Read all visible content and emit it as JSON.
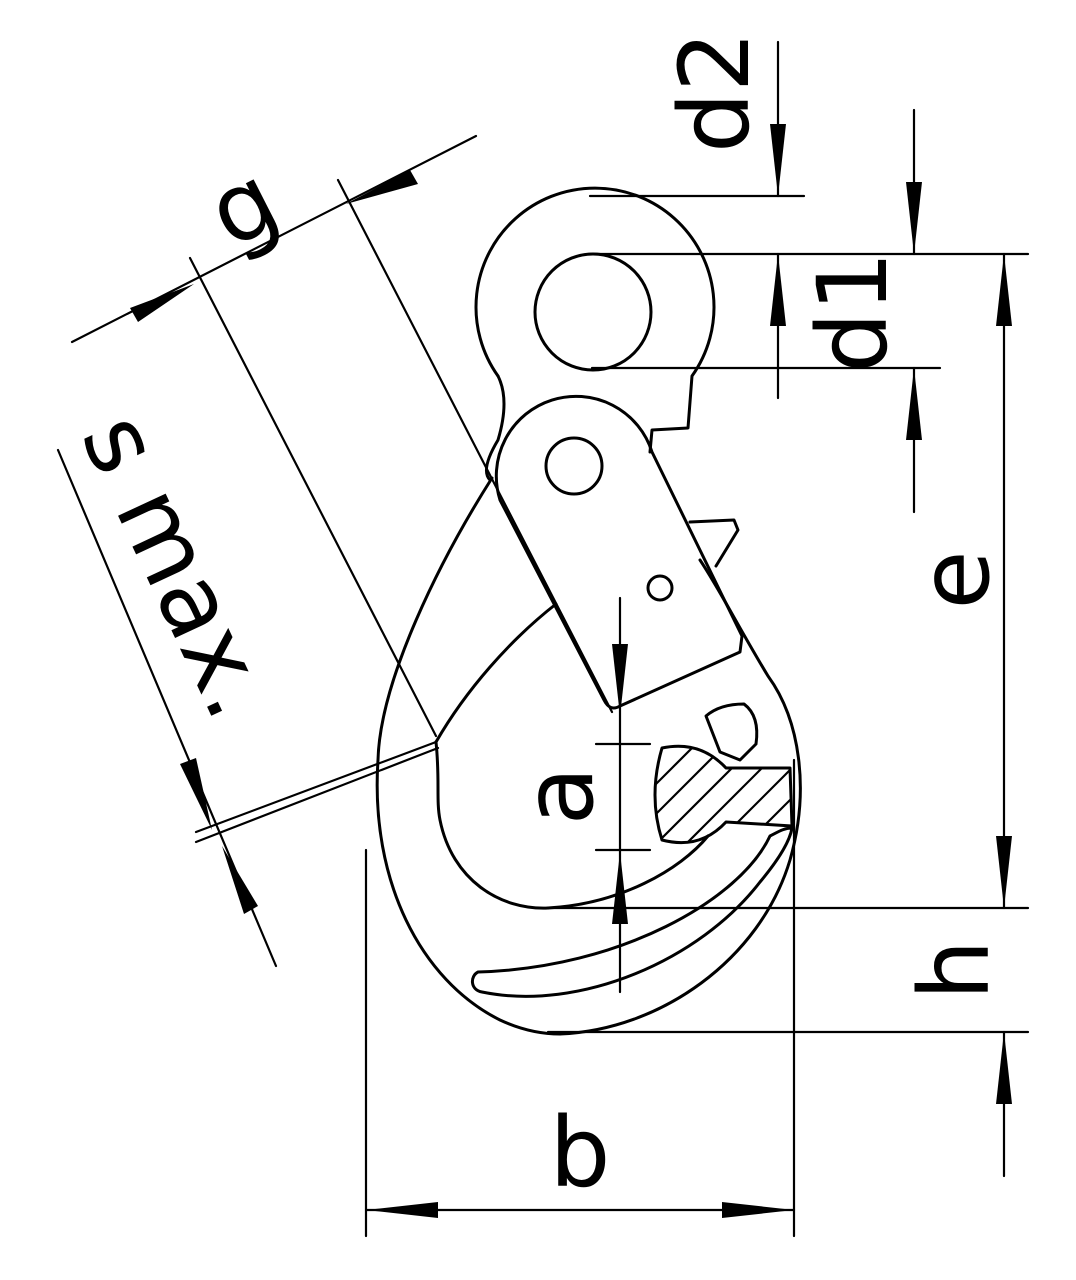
{
  "dimensions": {
    "g": "g",
    "d2": "d2",
    "d1": "d1",
    "s_max": "s max.",
    "e": "e",
    "a": "a",
    "h": "h",
    "b": "b"
  }
}
